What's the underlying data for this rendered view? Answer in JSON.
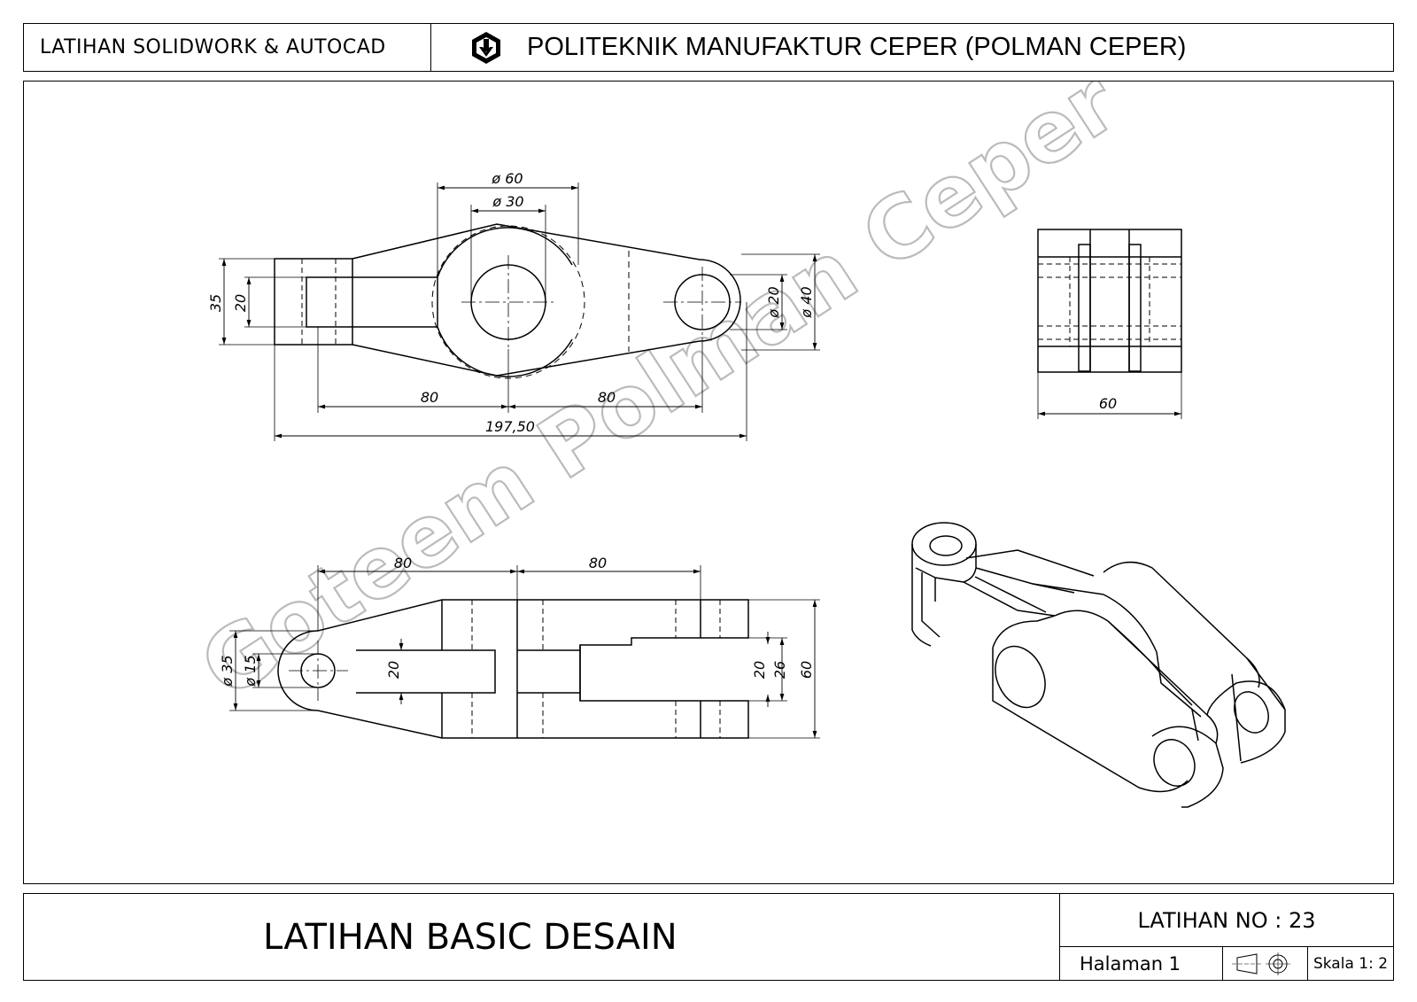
{
  "header": {
    "left_text": "LATIHAN SOLIDWORK & AUTOCAD",
    "institution": "POLITEKNIK MANUFAKTUR CEPER (POLMAN CEPER)"
  },
  "drawing": {
    "watermark": "Goteem Polman Ceper",
    "top_view_dims": {
      "d60": "ø 60",
      "d30": "ø 30",
      "h35": "35",
      "h20": "20",
      "d20": "ø 20",
      "d40": "ø 40",
      "l80a": "80",
      "l80b": "80",
      "total": "197,50"
    },
    "side_view_dims": {
      "w60": "60"
    },
    "front_view_dims": {
      "l80a": "80",
      "l80b": "80",
      "d35": "ø 35",
      "d15": "ø 15",
      "h20": "20",
      "r20": "20",
      "r26": "26",
      "r60": "60"
    }
  },
  "footer": {
    "title": "LATIHAN BASIC DESAIN",
    "latihan_no": "LATIHAN NO : 23",
    "page": "Halaman 1",
    "scale": "Skala 1: 2"
  },
  "icons": {
    "logo": "polman-logo-icon",
    "projection": "first-angle-projection-icon"
  }
}
